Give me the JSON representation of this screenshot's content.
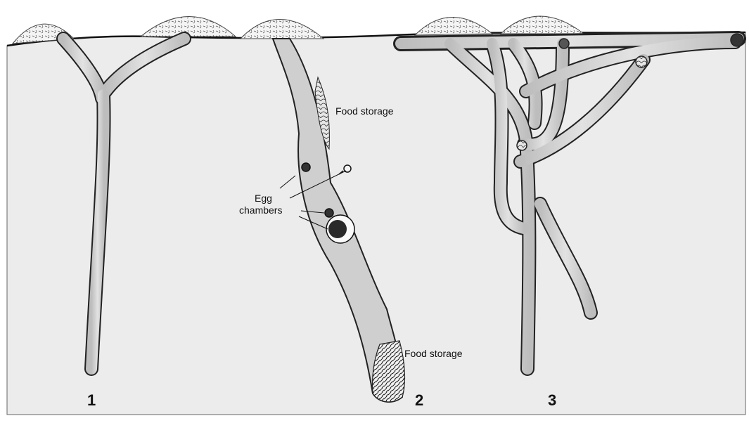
{
  "labels": {
    "food_storage_top": "Food storage",
    "food_storage_bottom": "Food storage",
    "egg_line1": "Egg",
    "egg_line2": "chambers"
  },
  "burrow_numbers": [
    "1",
    "2",
    "3"
  ],
  "colors": {
    "soil": "#ececec",
    "tunnel_fill": "#d2d2d2",
    "tunnel_outline": "#222222",
    "mound": "#f3f3f3",
    "ink": "#111111"
  }
}
